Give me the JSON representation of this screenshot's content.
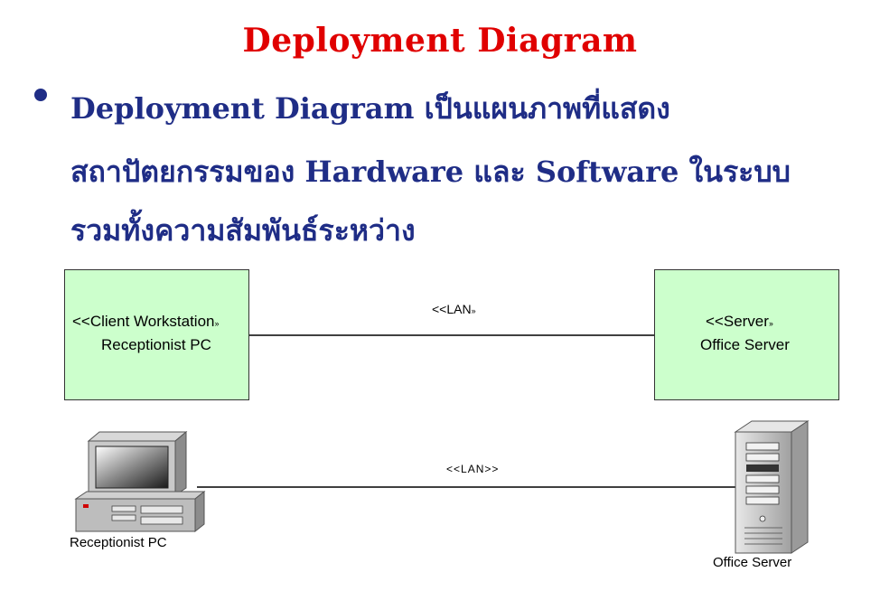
{
  "title": "Deployment Diagram",
  "paragraph": {
    "line1": "Deployment Diagram เป็นแผนภาพที่แสดง",
    "line2": "สถาปัตยกรรมของ Hardware และ Software ในระบบ",
    "line3": "รวมทั้งความสัมพันธ์ระหว่าง"
  },
  "diagram": {
    "client_node": {
      "stereotype": "<<Client Workstation",
      "stereotype_close": "››",
      "name": "Receptionist PC"
    },
    "server_node": {
      "stereotype": "<<Server",
      "stereotype_close": "››",
      "name": "Office Server"
    },
    "link_label": {
      "text": "<<LAN",
      "close": "››"
    }
  },
  "physical": {
    "pc_label": "Receptionist PC",
    "server_label": "Office Server",
    "link_label": "<<LAN>>"
  },
  "colors": {
    "title": "#e00000",
    "body_text": "#1f2d86",
    "bullet": "#1f2d86",
    "node_fill": "#ccffcc",
    "line": "#000000"
  },
  "icons": [
    "desktop-pc-icon",
    "server-tower-icon"
  ]
}
